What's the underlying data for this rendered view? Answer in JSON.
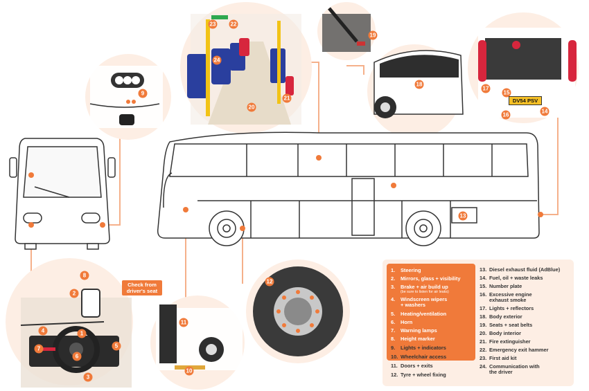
{
  "callout": {
    "check_from": "Check from driver's seat"
  },
  "number_plate": "DV54 PSV",
  "colors": {
    "accent": "#f07a3a",
    "peach": "#fdeee4",
    "line": "#333333",
    "seat_blue": "#2a3f9e",
    "seat_red": "#d7263d"
  },
  "legend": {
    "primary": [
      {
        "n": "1.",
        "text": "Steering"
      },
      {
        "n": "2.",
        "text": "Mirrors, glass + visibility"
      },
      {
        "n": "3.",
        "text": "Brake + air build up",
        "sub": "(be sure to listen for air leaks)"
      },
      {
        "n": "4.",
        "text": "Windscreen wipers",
        "text2": "+ washers"
      },
      {
        "n": "5.",
        "text": "Heating/ventilation"
      },
      {
        "n": "6.",
        "text": "Horn"
      },
      {
        "n": "7.",
        "text": "Warning lamps"
      },
      {
        "n": "8.",
        "text": "Height marker"
      }
    ],
    "secondary": [
      {
        "n": "9.",
        "text": "Lights + indicators"
      },
      {
        "n": "10.",
        "text": "Wheelchair access"
      },
      {
        "n": "11.",
        "text": "Doors + exits"
      },
      {
        "n": "12.",
        "text": "Tyre + wheel fixing"
      }
    ],
    "right": [
      {
        "n": "13.",
        "text": "Diesel exhaust fluid (AdBlue)"
      },
      {
        "n": "14.",
        "text": "Fuel, oil + waste leaks"
      },
      {
        "n": "15.",
        "text": "Number plate"
      },
      {
        "n": "16.",
        "text": "Excessive engine",
        "text2": "exhaust smoke"
      },
      {
        "n": "17.",
        "text": "Lights + reflectors"
      },
      {
        "n": "18.",
        "text": "Body exterior"
      },
      {
        "n": "19.",
        "text": "Seats + seat belts"
      },
      {
        "n": "20.",
        "text": "Body interior"
      },
      {
        "n": "21.",
        "text": "Fire extinguisher"
      },
      {
        "n": "22.",
        "text": "Emergency exit hammer"
      },
      {
        "n": "23.",
        "text": "First aid kit"
      },
      {
        "n": "24.",
        "text": "Communication with",
        "text2": "the driver"
      }
    ]
  },
  "badges": {
    "b1": "1",
    "b2": "2",
    "b3": "3",
    "b4": "4",
    "b5": "5",
    "b6": "6",
    "b7": "7",
    "b8": "8",
    "b9": "9",
    "b10": "10",
    "b11": "11",
    "b12": "12",
    "b13": "13",
    "b14": "14",
    "b15": "15",
    "b16": "16",
    "b17": "17",
    "b18": "18",
    "b19": "19",
    "b20": "20",
    "b21": "21",
    "b22": "22",
    "b23": "23",
    "b24": "24"
  }
}
